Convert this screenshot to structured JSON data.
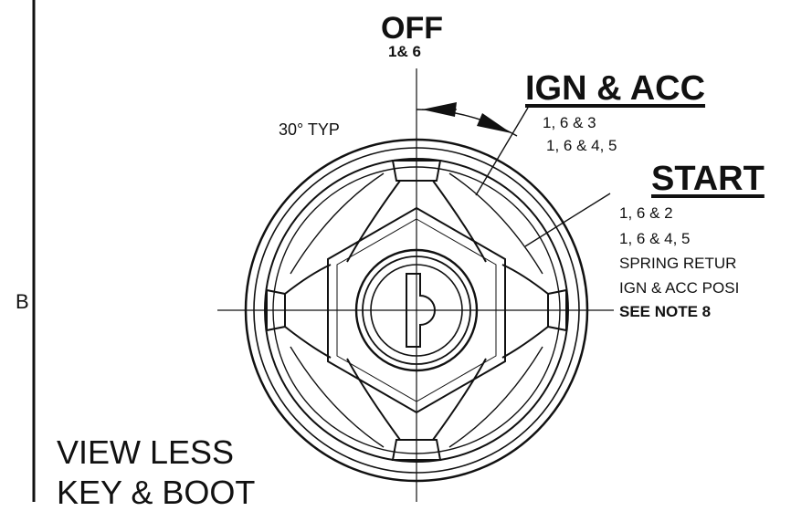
{
  "border": {
    "zone_letter": "B"
  },
  "positions": {
    "off": {
      "title": "OFF",
      "contacts": "1& 6"
    },
    "ign_acc": {
      "title": "IGN & ACC",
      "contacts_1": "1, 6 & 3",
      "contacts_2": "1, 6 & 4, 5"
    },
    "start": {
      "title": "START",
      "contacts_1": "1, 6 & 2",
      "contacts_2": "1, 6 &  4, 5",
      "note_1": "SPRING RETUR",
      "note_2": "IGN & ACC POSI",
      "note_3": "SEE NOTE 8"
    }
  },
  "angle": {
    "label": "30° TYP"
  },
  "view": {
    "line_1": "VIEW LESS",
    "line_2": "KEY & BOOT"
  },
  "colors": {
    "ink": "#111111",
    "paper": "#ffffff"
  }
}
